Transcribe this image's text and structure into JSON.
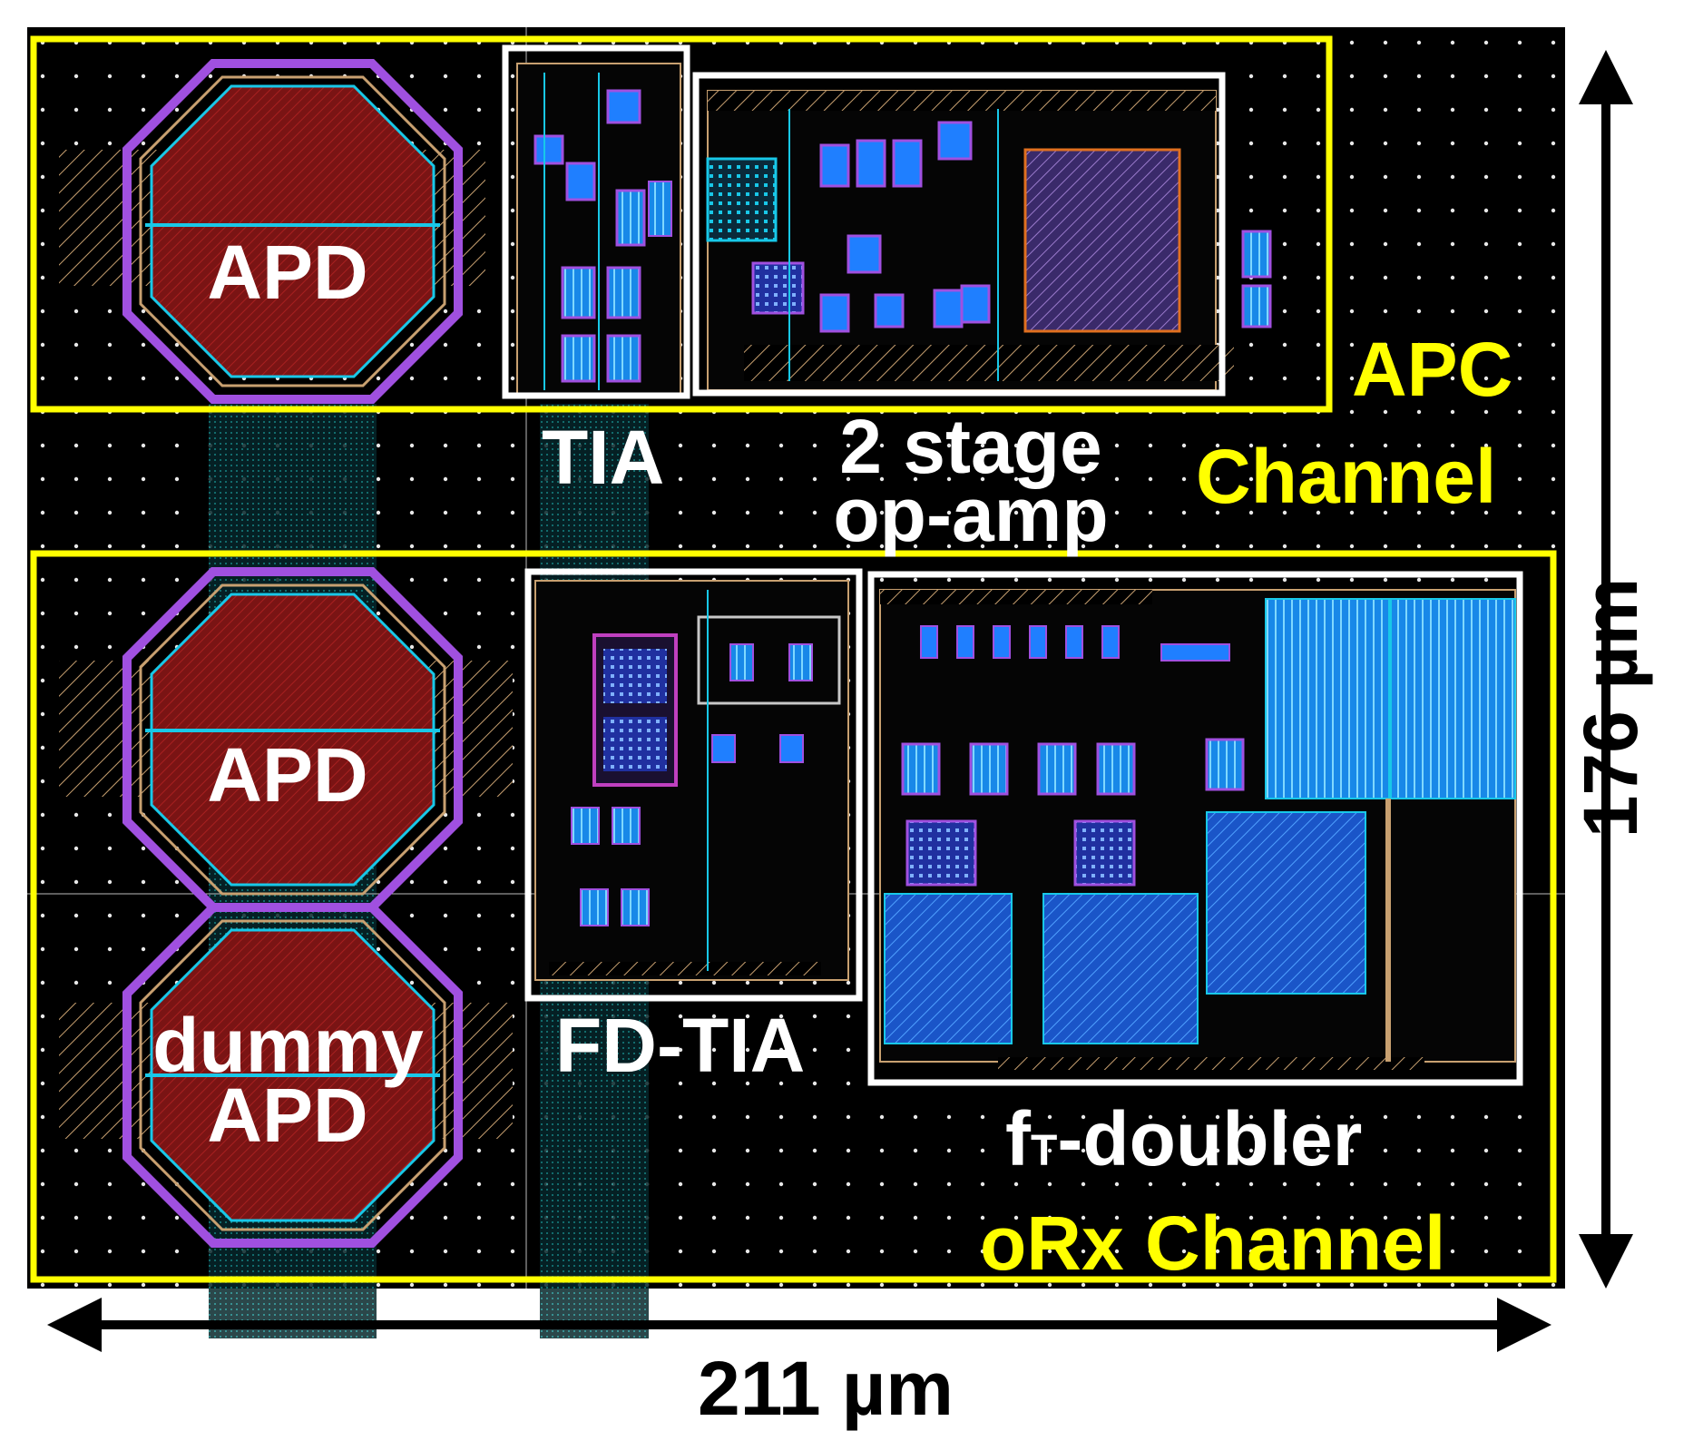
{
  "colors": {
    "background_die": "#000000",
    "channel_outline": "#ffff00",
    "block_outline": "#ffffff",
    "apd_fill": "#7a1414",
    "metal_blue": "#1f7fff",
    "metal_cyan": "#18c8e8",
    "via_purple": "#a050e0",
    "route_tan": "#c8a070"
  },
  "labels": {
    "apd_top": "APD",
    "apd_mid": "APD",
    "apd_dummy_line1": "dummy",
    "apd_dummy_line2": "APD",
    "tia": "TIA",
    "opamp_line1": "2 stage",
    "opamp_line2": "op-amp",
    "apc_line1": "APC",
    "apc_line2": "Channel",
    "fd_tia": "FD-TIA",
    "ft_doubler_prefix": "f",
    "ft_doubler_subscript": "T",
    "ft_doubler_suffix": "-doubler",
    "orx_channel": "oRx Channel"
  },
  "dimensions": {
    "width": "211 µm",
    "height": "176 µm"
  },
  "icons": {
    "horizontal_arrow": "double-headed-arrow",
    "vertical_arrow": "double-headed-arrow"
  }
}
